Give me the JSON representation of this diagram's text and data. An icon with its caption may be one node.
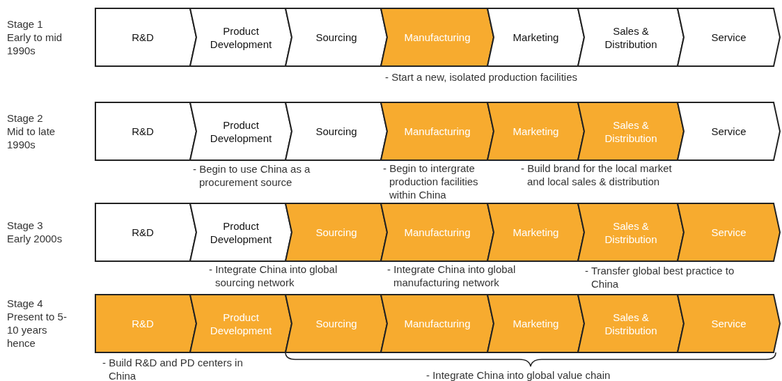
{
  "diagram": {
    "nodes": [
      {
        "text": [
          "R&D"
        ]
      },
      {
        "text": [
          "Product Development"
        ]
      },
      {
        "text": [
          "Sourcing"
        ]
      },
      {
        "text": [
          "Manufacturing"
        ]
      },
      {
        "text": [
          "Marketing"
        ]
      },
      {
        "text": [
          "Sales & Distribution"
        ]
      },
      {
        "text": [
          "Service"
        ]
      },
      {
        "text": [
          "R&D"
        ]
      },
      {
        "text": [
          "Product Development"
        ]
      },
      {
        "text": [
          "Sourcing"
        ]
      },
      {
        "text": [
          "Manufacturing"
        ]
      },
      {
        "text": [
          "Marketing"
        ]
      },
      {
        "text": [
          "Sales & Distribution"
        ]
      },
      {
        "text": [
          "Service"
        ]
      },
      {
        "text": [
          "R&D"
        ]
      },
      {
        "text": [
          "Product Development"
        ]
      },
      {
        "text": [
          "Sourcing"
        ]
      },
      {
        "text": [
          "Manufacturing"
        ]
      },
      {
        "text": [
          "Marketing"
        ]
      },
      {
        "text": [
          "Sales & Distribution"
        ]
      },
      {
        "text": [
          "Service"
        ]
      },
      {
        "text": [
          "R&D"
        ]
      },
      {
        "text": [
          "Product Development"
        ]
      },
      {
        "text": [
          "Sourcing"
        ]
      },
      {
        "text": [
          "Manufacturing"
        ]
      },
      {
        "text": [
          "Marketing"
        ]
      },
      {
        "text": [
          "Sales & Distribution"
        ]
      },
      {
        "text": [
          "Service"
        ]
      }
    ],
    "labels": [
      "Stage 1",
      "Early to mid 1990s",
      "- Start a new, isolated production facilities",
      "Stage 2",
      "Mid to late 1990s",
      "- Begin to use China as a procurement source",
      "- Begin to intergrate production facilities within China",
      "- Build brand for the local market and local sales & distribution",
      "Stage 3",
      "Early 2000s",
      "- Integrate China into global sourcing network",
      "- Integrate China into global manufacturing network",
      "- Transfer global best practice to China",
      "Stage 4",
      "Present to 5-10 years hence",
      "- Build R&D and PD centers in China",
      "-  Integrate China into global value chain"
    ]
  }
}
